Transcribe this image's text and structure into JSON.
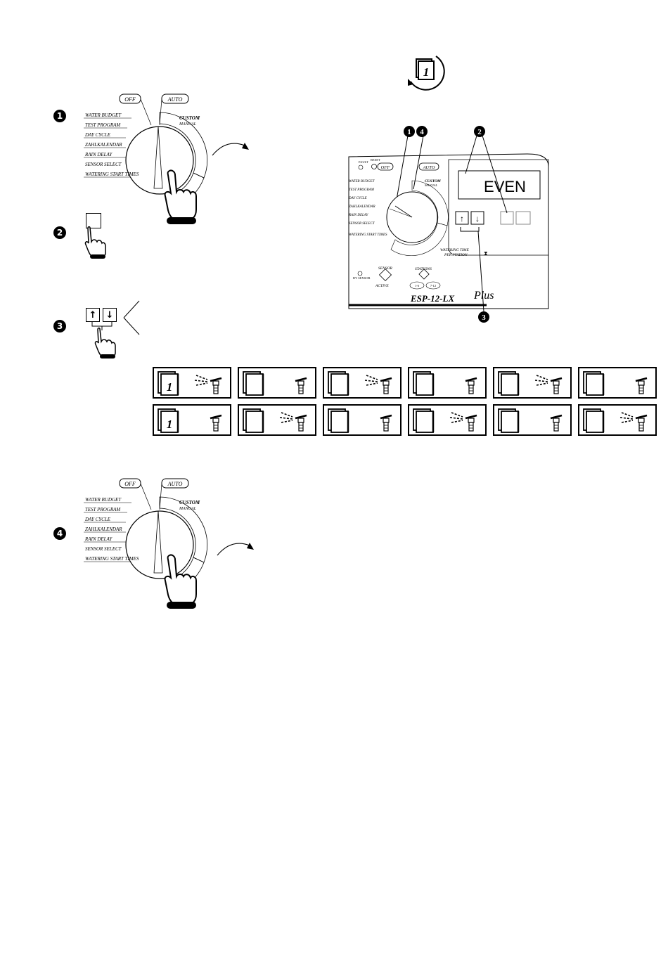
{
  "steps": {
    "step1": "1",
    "step2": "2",
    "step3": "3",
    "step4": "4",
    "callout1": "1",
    "callout2": "2",
    "callout3": "3",
    "callout4": "4"
  },
  "dial": {
    "off": "OFF",
    "auto": "AUTO",
    "menu": [
      "WATER BUDGET",
      "TEST PROGRAM",
      "DAY CYCLE",
      "ZAHLKALENDAR",
      "RAIN DELAY",
      "SENSOR SELECT",
      "WATERING START TIMES"
    ],
    "custom": "CUSTOM",
    "manual": "MANUAL"
  },
  "controller": {
    "display": "EVEN",
    "fault": "FAULT",
    "reset": "RESET",
    "off": "OFF",
    "auto": "AUTO",
    "menu": [
      "WATER BUDGET",
      "TEST PROGRAM",
      "DAY CYCLE",
      "ZAHLKALENDAR",
      "RAIN DELAY",
      "SENSOR SELECT",
      "WATERING START TIMES"
    ],
    "custom": "CUSTOM",
    "manual": "MANUAL",
    "watering_time": "WATERING TIME",
    "per_station": "PER STATION",
    "sensor": "SENSOR",
    "stations": "STATIONS",
    "range_a": "1-6",
    "range_b": "7-12",
    "bypass": "BY SENSOR",
    "active": "ACTIVE",
    "model": "ESP-12-LX",
    "plus": "Plus",
    "calendar_digit": "1"
  },
  "calendar_strip": {
    "days": [
      {
        "first": true,
        "water": true
      },
      {
        "first": false,
        "water": false
      },
      {
        "first": false,
        "water": true
      },
      {
        "first": false,
        "water": false
      },
      {
        "first": false,
        "water": true
      },
      {
        "first": false,
        "water": false
      },
      {
        "first": true,
        "water": false
      },
      {
        "first": false,
        "water": true
      },
      {
        "first": false,
        "water": false
      },
      {
        "first": false,
        "water": true
      },
      {
        "first": false,
        "water": false
      },
      {
        "first": false,
        "water": true
      }
    ],
    "digit": "1"
  }
}
